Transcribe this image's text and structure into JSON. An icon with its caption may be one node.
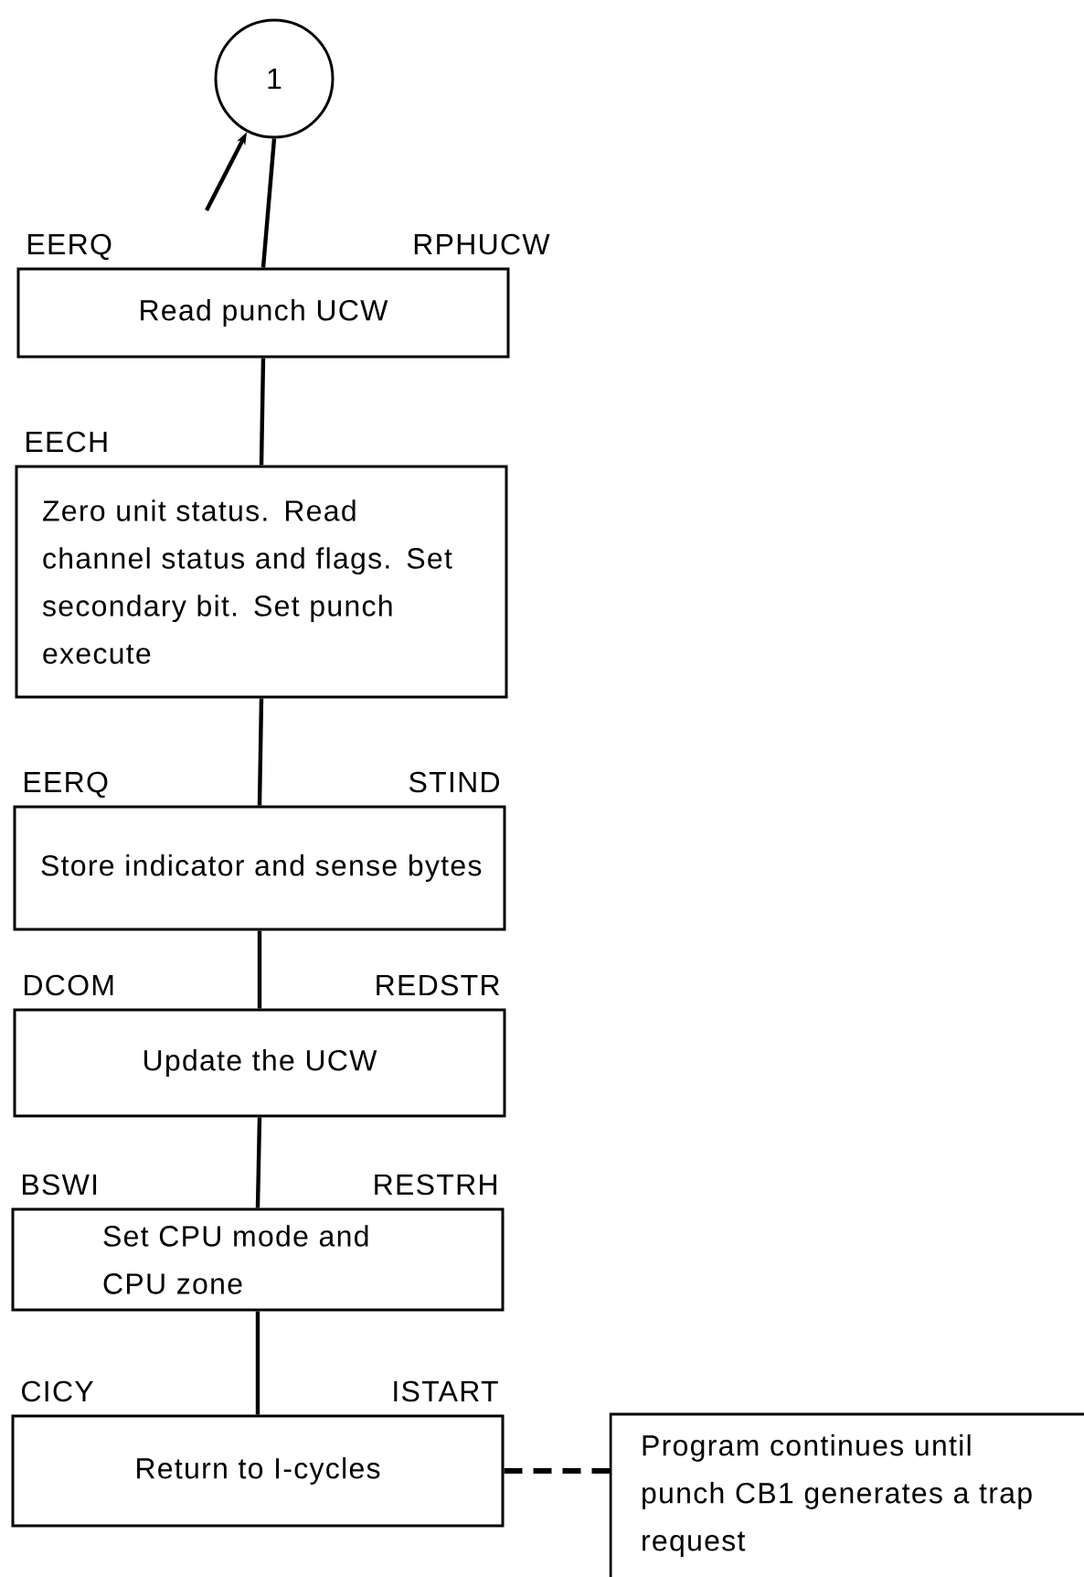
{
  "diagram": {
    "nodes": [
      {
        "text": [
          "1"
        ]
      },
      {
        "text": [
          "Read punch UCW"
        ],
        "beside": [
          "EERQ",
          "RPHUCW"
        ]
      },
      {
        "text": [
          "Zero unit status. Read channel status and flags. Set secondary bit. Set punch execute"
        ],
        "beside": [
          "EECH"
        ]
      },
      {
        "text": [
          "Store indicator and sense bytes"
        ],
        "beside": [
          "EERQ",
          "STIND"
        ]
      },
      {
        "text": [
          "Update the UCW"
        ],
        "beside": [
          "DCOM",
          "REDSTR"
        ]
      },
      {
        "text": [
          "Set CPU mode and CPU zone"
        ],
        "beside": [
          "BSWI",
          "RESTRH"
        ]
      },
      {
        "text": [
          "Return to I-cycles"
        ],
        "beside": [
          "CICY",
          "ISTART"
        ]
      },
      {
        "text": [
          "Program continues until punch CB1 generates a trap request"
        ]
      }
    ],
    "edges": [
      {
        "from": null,
        "to": 0,
        "arrow": "to"
      },
      {
        "from": 0,
        "to": 1,
        "arrow": "none"
      },
      {
        "from": 1,
        "to": 2,
        "arrow": "none"
      },
      {
        "from": 2,
        "to": 3,
        "arrow": "none"
      },
      {
        "from": 3,
        "to": 4,
        "arrow": "none"
      },
      {
        "from": 4,
        "to": 5,
        "arrow": "none"
      },
      {
        "from": 5,
        "to": 6,
        "arrow": "none"
      },
      {
        "from": 6,
        "to": 7,
        "arrow": "none",
        "style": "dashed"
      }
    ]
  }
}
